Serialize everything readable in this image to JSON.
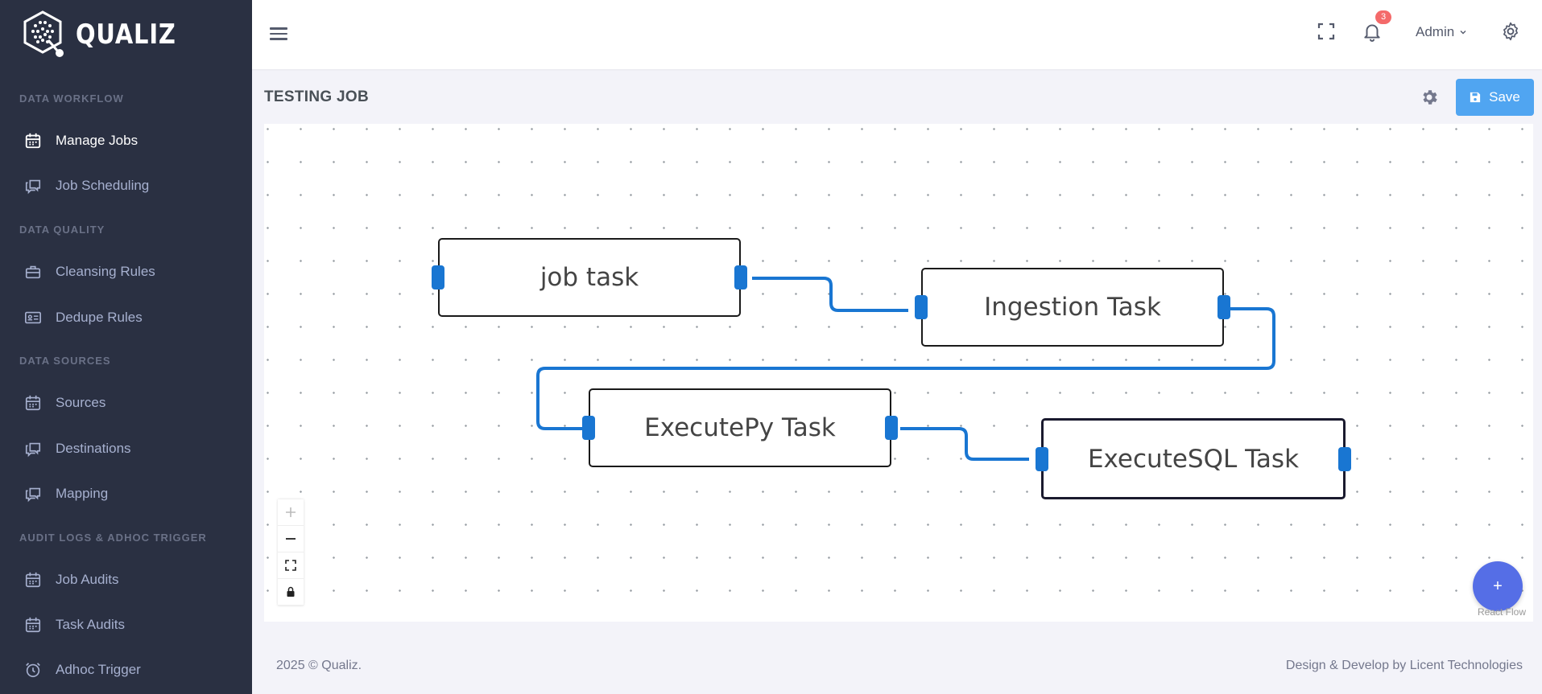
{
  "brand": {
    "name": "QUALIZ"
  },
  "sidebar": {
    "sections": [
      {
        "title": "DATA WORKFLOW"
      },
      {
        "title": "DATA QUALITY"
      },
      {
        "title": "DATA SOURCES"
      },
      {
        "title": "AUDIT LOGS & ADHOC TRIGGER"
      }
    ],
    "items": [
      {
        "label": "Manage Jobs",
        "icon": "calendar-icon",
        "active": true
      },
      {
        "label": "Job Scheduling",
        "icon": "chat-icon"
      },
      {
        "label": "Cleansing Rules",
        "icon": "briefcase-icon"
      },
      {
        "label": "Dedupe Rules",
        "icon": "id-card-icon"
      },
      {
        "label": "Sources",
        "icon": "calendar-icon"
      },
      {
        "label": "Destinations",
        "icon": "chat-icon"
      },
      {
        "label": "Mapping",
        "icon": "chat-icon"
      },
      {
        "label": "Job Audits",
        "icon": "calendar-icon"
      },
      {
        "label": "Task Audits",
        "icon": "calendar-icon"
      },
      {
        "label": "Adhoc Trigger",
        "icon": "alarm-icon"
      }
    ]
  },
  "topbar": {
    "notification_count": "3",
    "user": "Admin"
  },
  "page": {
    "title": "TESTING JOB",
    "save_label": "Save"
  },
  "flow": {
    "nodes": [
      {
        "label": "job task"
      },
      {
        "label": "Ingestion Task"
      },
      {
        "label": "ExecutePy Task"
      },
      {
        "label": "ExecuteSQL Task"
      }
    ],
    "add_label": "+",
    "attribution": "React Flow"
  },
  "footer": {
    "copyright": "2025 © Qualiz.",
    "credit": "Design & Develop by Licent Technologies"
  },
  "colors": {
    "sidebar_bg": "#2a3042",
    "save_button": "#50a5f1",
    "edge": "#1976d2",
    "fab": "#556ee6",
    "badge": "#f46a6a"
  }
}
